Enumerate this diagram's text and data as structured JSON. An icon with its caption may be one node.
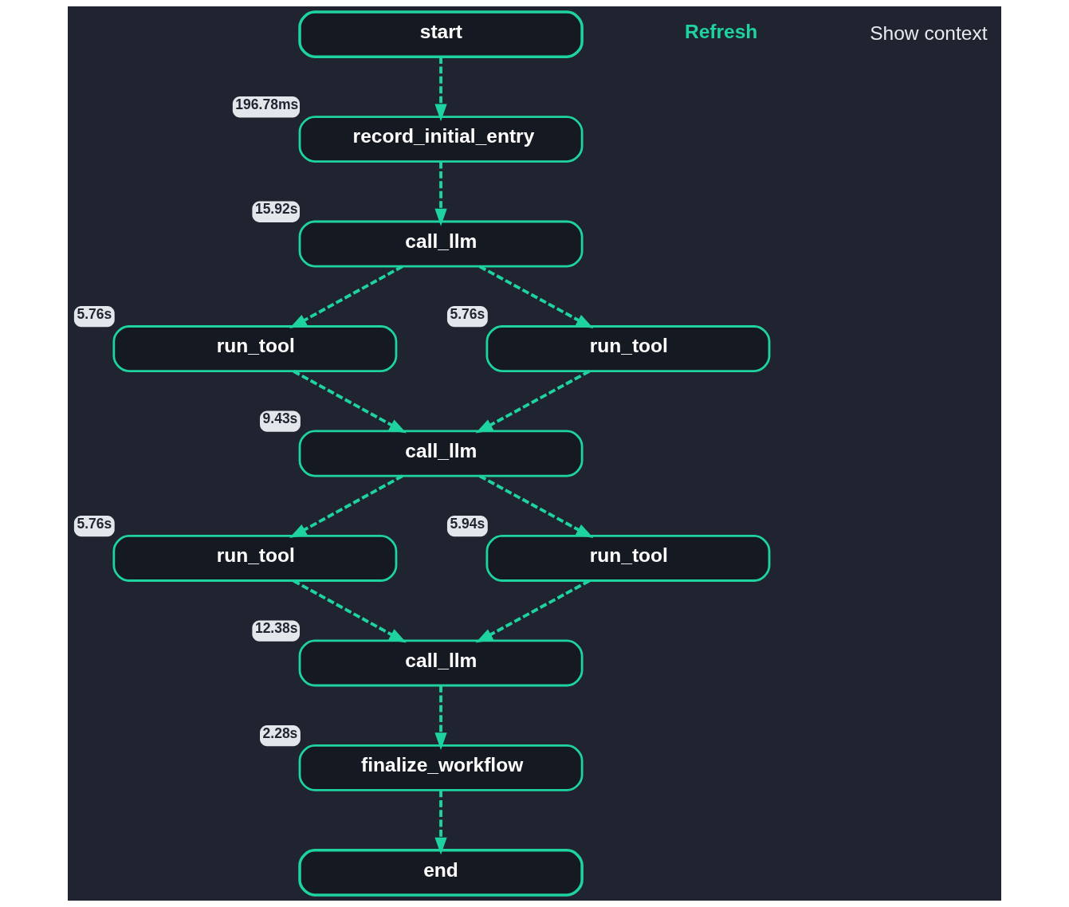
{
  "diagram": {
    "nodes": [
      {
        "text": [
          "start"
        ]
      },
      {
        "text": [
          "record_initial_entry"
        ],
        "beside": [
          "196.78ms"
        ]
      },
      {
        "text": [
          "call_llm"
        ],
        "beside": [
          "15.92s"
        ]
      },
      {
        "text": [
          "run_tool"
        ],
        "beside": [
          "5.76s"
        ]
      },
      {
        "text": [
          "run_tool"
        ],
        "beside": [
          "5.76s"
        ]
      },
      {
        "text": [
          "call_llm"
        ],
        "beside": [
          "9.43s"
        ]
      },
      {
        "text": [
          "run_tool"
        ],
        "beside": [
          "5.76s"
        ]
      },
      {
        "text": [
          "run_tool"
        ],
        "beside": [
          "5.94s"
        ]
      },
      {
        "text": [
          "call_llm"
        ],
        "beside": [
          "12.38s"
        ]
      },
      {
        "text": [
          "finalize_workflow"
        ],
        "beside": [
          "2.28s"
        ]
      },
      {
        "text": [
          "end"
        ]
      }
    ],
    "edges": [
      {
        "from": 0,
        "to": 1,
        "arrow": "to",
        "style": "dashed"
      },
      {
        "from": 1,
        "to": 2,
        "arrow": "to",
        "style": "dashed"
      },
      {
        "from": 2,
        "to": 3,
        "arrow": "to",
        "style": "dashed"
      },
      {
        "from": 2,
        "to": 4,
        "arrow": "to",
        "style": "dashed"
      },
      {
        "from": 3,
        "to": 5,
        "arrow": "to",
        "style": "dashed"
      },
      {
        "from": 4,
        "to": 5,
        "arrow": "to",
        "style": "dashed"
      },
      {
        "from": 5,
        "to": 6,
        "arrow": "to",
        "style": "dashed"
      },
      {
        "from": 5,
        "to": 7,
        "arrow": "to",
        "style": "dashed"
      },
      {
        "from": 6,
        "to": 8,
        "arrow": "to",
        "style": "dashed"
      },
      {
        "from": 7,
        "to": 8,
        "arrow": "to",
        "style": "dashed"
      },
      {
        "from": 8,
        "to": 9,
        "arrow": "to",
        "style": "dashed"
      },
      {
        "from": 9,
        "to": 10,
        "arrow": "to",
        "style": "dashed"
      }
    ],
    "labels": [
      "Refresh",
      "Show context"
    ]
  }
}
